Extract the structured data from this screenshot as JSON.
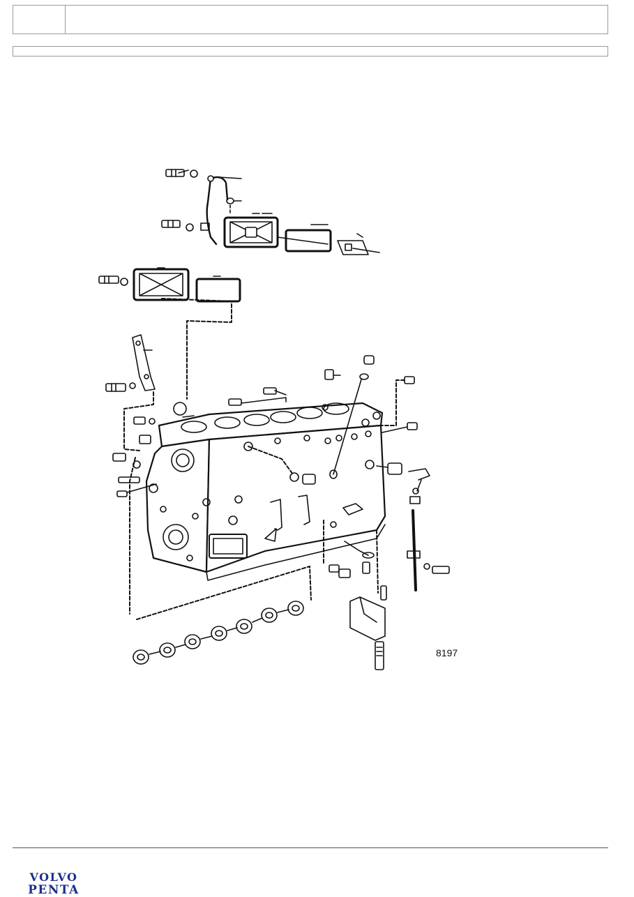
{
  "header": {
    "left_cell": "",
    "right_cell": ""
  },
  "subheader": {
    "text": ""
  },
  "diagram": {
    "figure_number": "8197"
  },
  "footer": {
    "brand_line1": "VOLVO",
    "brand_line2": "PENTA",
    "brand_color": "#1b2f8c"
  }
}
